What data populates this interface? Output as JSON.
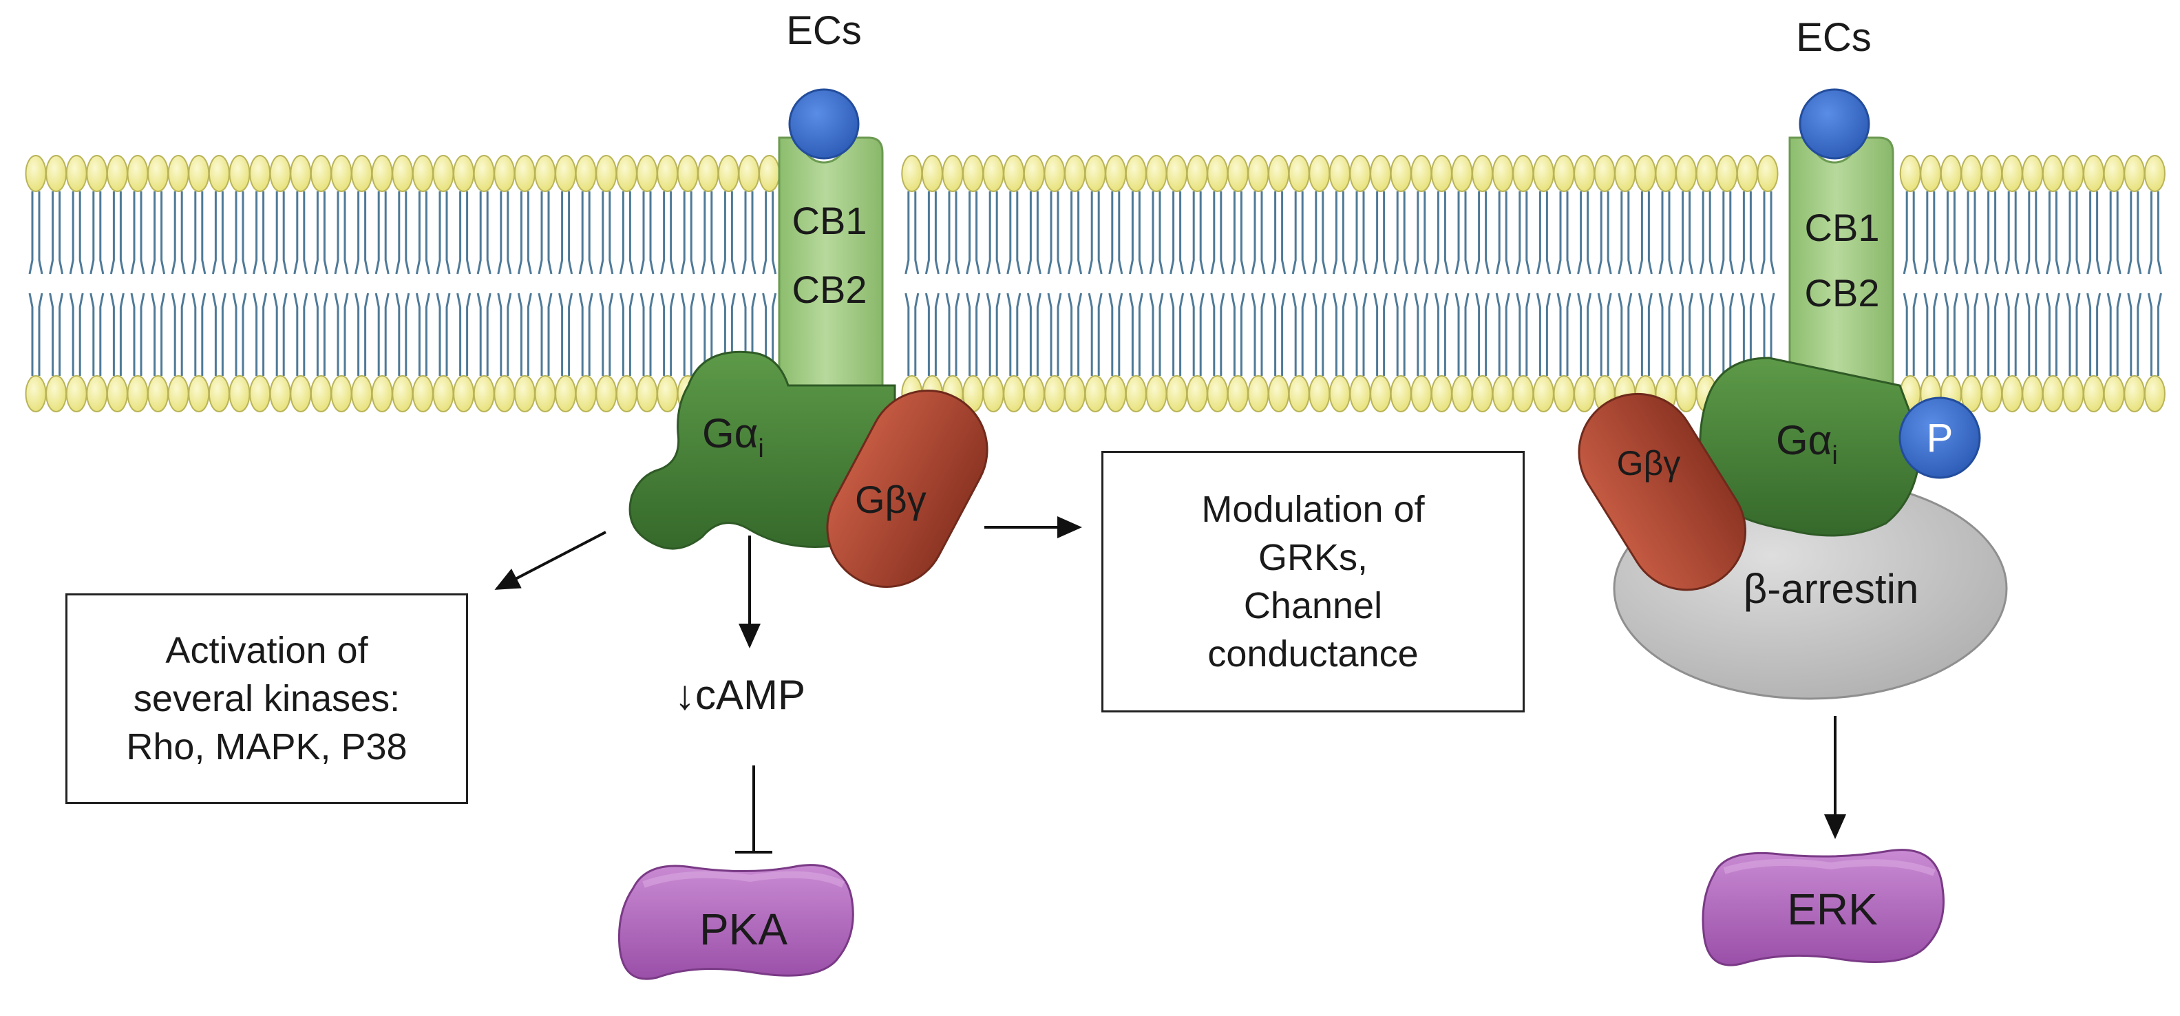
{
  "left_pathway": {
    "ligand_label": "ECs",
    "receptor_line1": "CB1",
    "receptor_line2": "CB2",
    "g_alpha": "Gα",
    "g_alpha_sub": "i",
    "g_beta_gamma": "Gβγ",
    "camp_label": "↓cAMP",
    "pka_label": "PKA",
    "kinase_box": [
      "Activation of",
      "several kinases:",
      "Rho,  MAPK, P38"
    ],
    "modulation_box": [
      "Modulation of",
      "GRKs,",
      "Channel",
      "conductance"
    ]
  },
  "right_pathway": {
    "ligand_label": "ECs",
    "receptor_line1": "CB1",
    "receptor_line2": "CB2",
    "g_alpha": "Gα",
    "g_alpha_sub": "i",
    "g_beta_gamma": "Gβγ",
    "phospho_label": "P",
    "arrestin_label": "β-arrestin",
    "erk_label": "ERK"
  },
  "colors": {
    "lipid_head": "#f2ee9c",
    "lipid_head_stroke": "#b9b45a",
    "lipid_tail": "#4f7a98",
    "ligand": "#3c6fd0",
    "receptor": "#a9cf8c",
    "g_alpha": "#4f8a3e",
    "g_beta_gamma": "#a4442f",
    "arrestin": "#c9c9c9",
    "kinase": "#b56fc1"
  }
}
